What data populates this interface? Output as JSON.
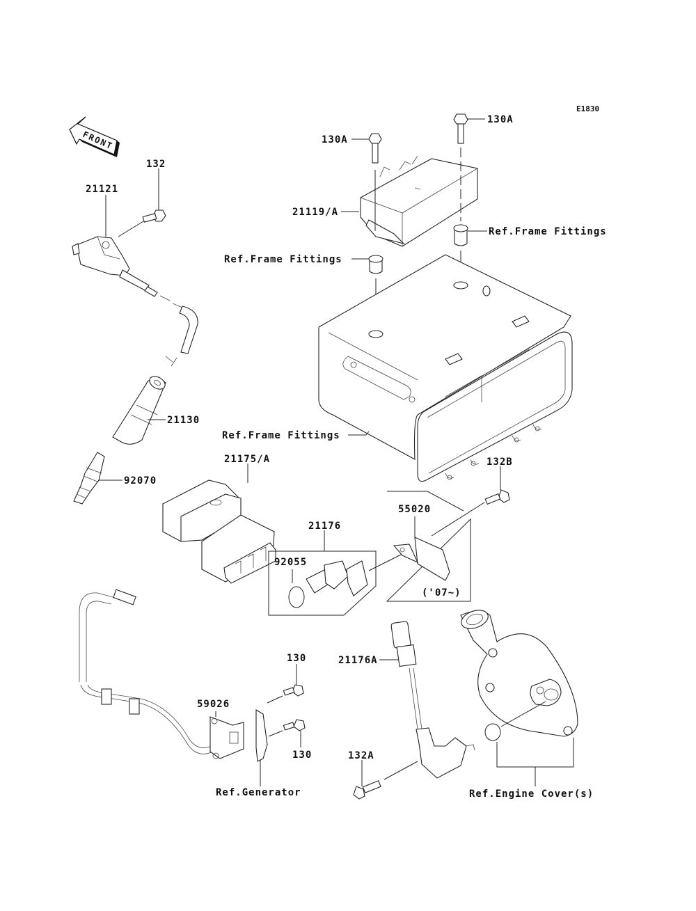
{
  "diagram": {
    "code": "E1830",
    "front_arrow": "FRONT",
    "labels": {
      "p132": "132",
      "p21121": "21121",
      "p21130": "21130",
      "p92070": "92070",
      "p130A_left": "130A",
      "p130A_right": "130A",
      "p21119A": "21119/A",
      "ref_frame_1": "Ref.Frame Fittings",
      "ref_frame_2": "Ref.Frame Fittings",
      "ref_frame_3": "Ref.Frame Fittings",
      "p21175A": "21175/A",
      "p132B": "132B",
      "p55020": "55020",
      "p21176": "21176",
      "p92055": "92055",
      "year_note": "('07~)",
      "p130_top": "130",
      "p130_bottom": "130",
      "p59026": "59026",
      "ref_generator": "Ref.Generator",
      "p21176A": "21176A",
      "p132A": "132A",
      "ref_engine_cover": "Ref.Engine Cover(s)"
    }
  }
}
